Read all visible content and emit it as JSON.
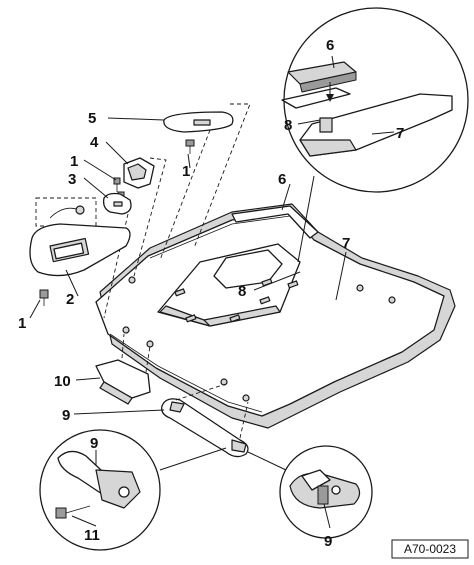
{
  "figure_id": "A70-0023",
  "callouts": {
    "sunvisor_clip": "1",
    "sun_visor": "2",
    "sunvisor_bracket_cover": "3",
    "bracket": "4",
    "interior_light": "5",
    "seal_strip": "6",
    "headliner": "7",
    "sunroof_trim": "8",
    "grab_handle": "9",
    "trim_panel": "10",
    "screw": "11"
  }
}
